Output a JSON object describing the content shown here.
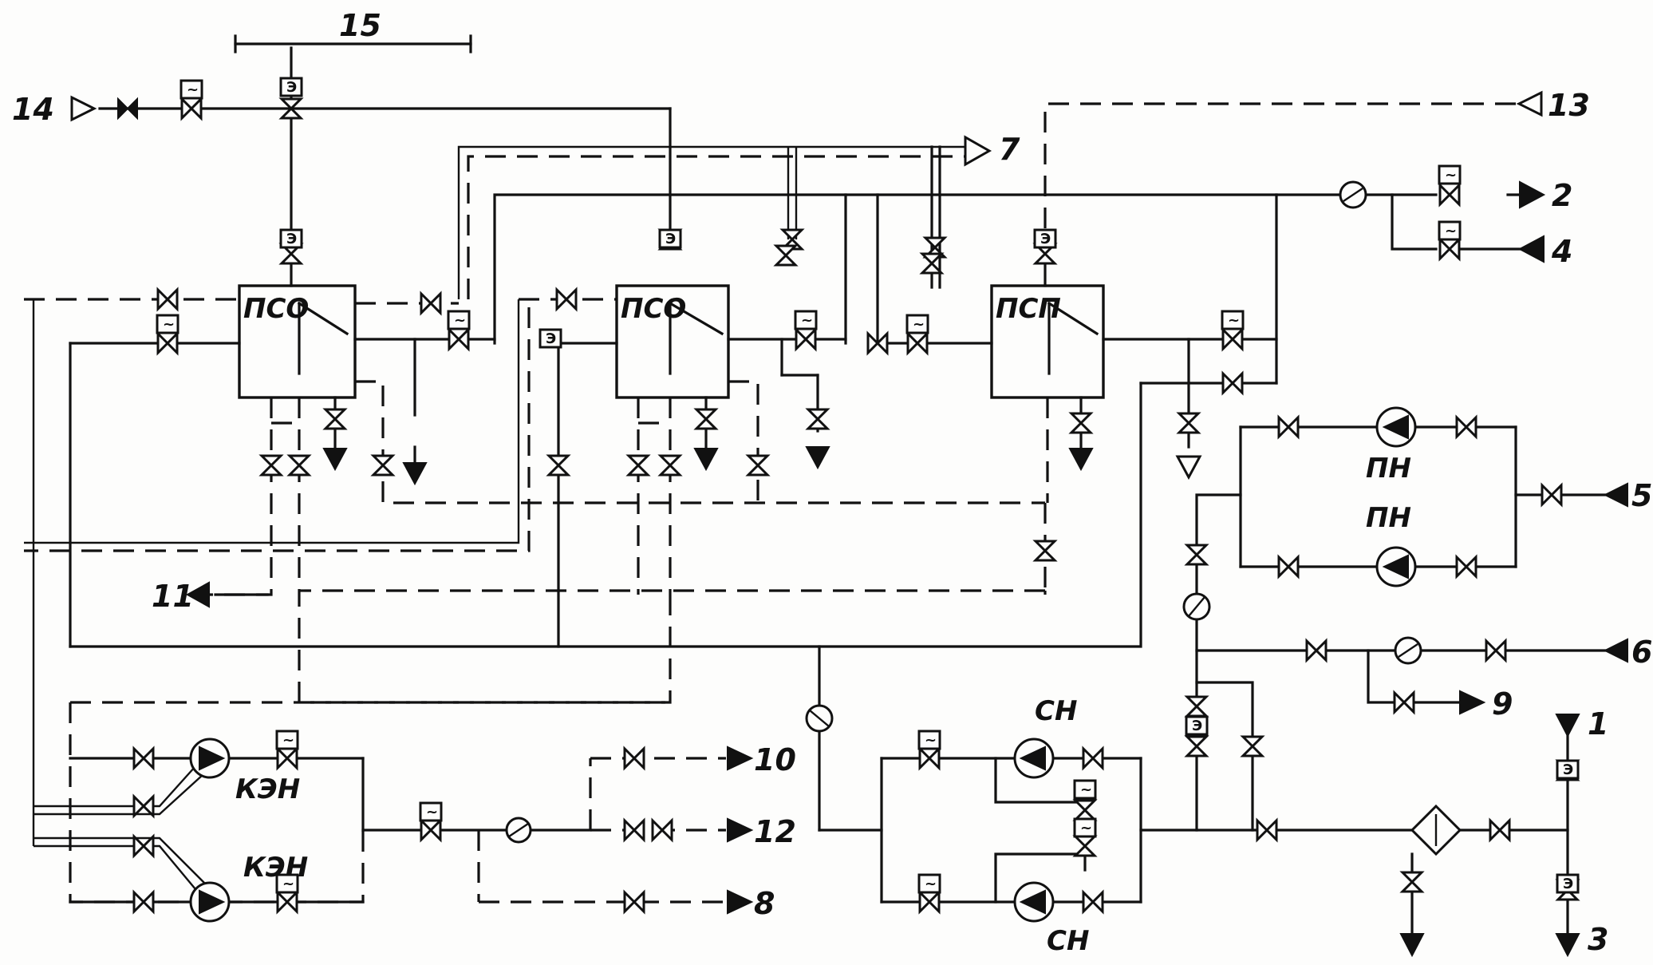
{
  "labels": {
    "n1": "1",
    "n2": "2",
    "n3": "3",
    "n4": "4",
    "n5": "5",
    "n6": "6",
    "n7": "7",
    "n8": "8",
    "n9": "9",
    "n10": "10",
    "n11": "11",
    "n12": "12",
    "n13": "13",
    "n14": "14",
    "n15": "15"
  },
  "equipment": {
    "heater_1": "ПСО",
    "heater_2": "ПСО",
    "heater_3": "ПСП",
    "pump_pn_top": "ПН",
    "pump_pn_bottom": "ПН",
    "pump_sn_top": "СН",
    "pump_sn_bottom": "СН",
    "pump_ken_top": "КЭН",
    "pump_ken_bottom": "КЭН"
  },
  "actuator_mark": "~",
  "electric_mark": "Э"
}
